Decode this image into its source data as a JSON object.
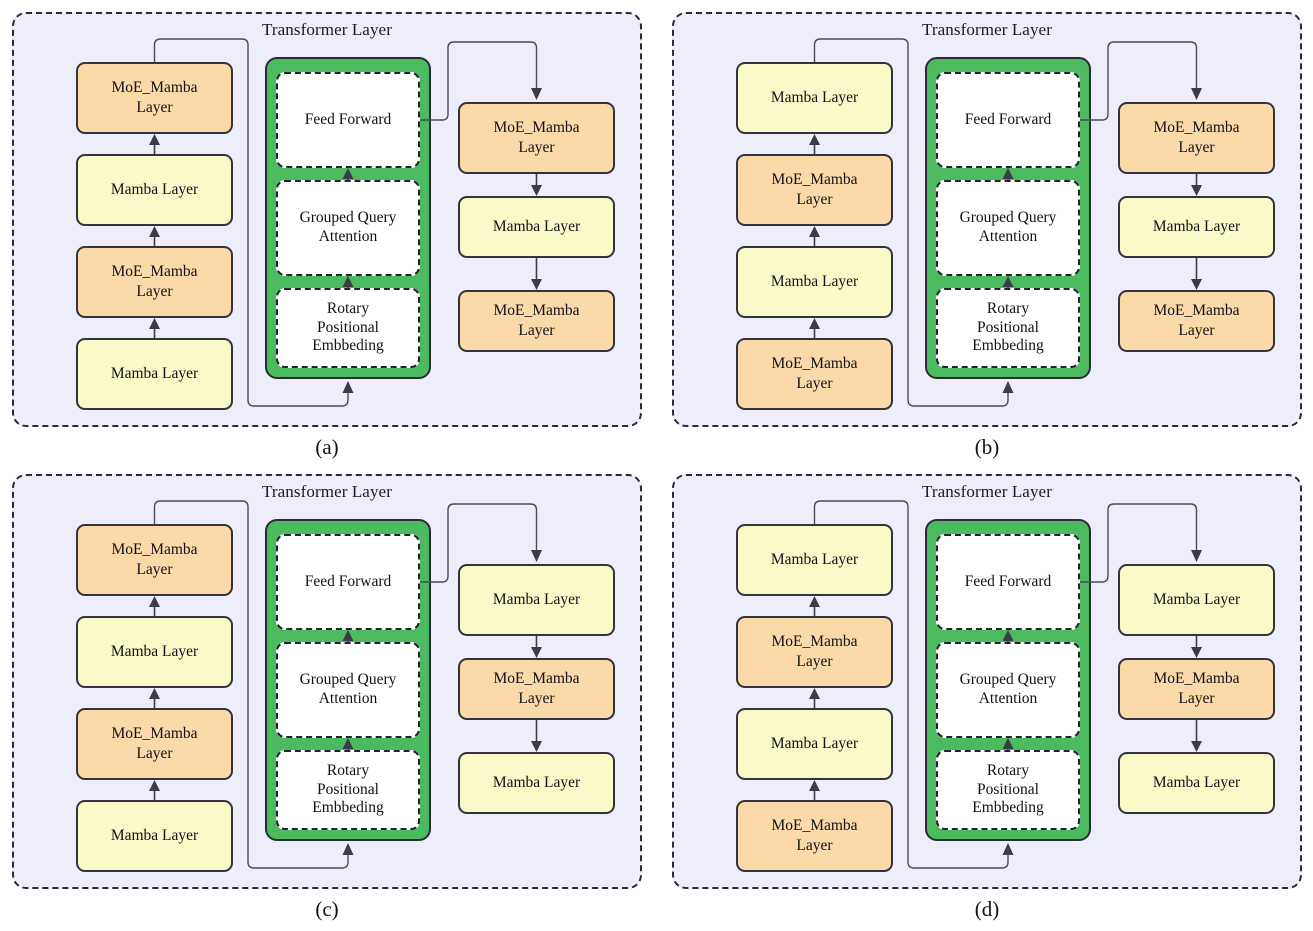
{
  "figure": {
    "title_text": "Transformer Layer",
    "labels": {
      "moe": "MoE_Mamba\nLayer",
      "moe_line1": "MoE_Mamba",
      "moe_line2": "Layer",
      "mamba": "Mamba Layer",
      "feed_forward": "Feed Forward",
      "grouped_query_attention": "Grouped Query\nAttention",
      "rotary": "Rotary\nPositional\nEmbbeding"
    },
    "colors": {
      "panel_bg": "#eeeefa",
      "panel_border": "#2b2b38",
      "moe_fill": "#fbd9a8",
      "mamba_fill": "#fafac8",
      "transformer_fill": "#4cbb5f",
      "inner_fill": "#ffffff",
      "box_border": "#33333f",
      "connector": "#4a4a5a"
    },
    "center_block": {
      "title": "Transformer Layer",
      "nodes": [
        {
          "id": "feed-forward",
          "label": "Feed Forward"
        },
        {
          "id": "grouped-query-attention",
          "label": "Grouped Query\nAttention"
        },
        {
          "id": "rotary-positional-embedding",
          "label": "Rotary\nPositional\nEmbbeding"
        }
      ]
    },
    "panels": [
      {
        "id": "a",
        "label": "(a)",
        "title": "Transformer Layer",
        "left_column_bottom_to_top": [
          {
            "type": "mamba",
            "label": "Mamba Layer"
          },
          {
            "type": "moe",
            "label": "MoE_Mamba Layer"
          },
          {
            "type": "mamba",
            "label": "Mamba Layer"
          },
          {
            "type": "moe",
            "label": "MoE_Mamba Layer"
          }
        ],
        "right_column_top_to_bottom": [
          {
            "type": "moe",
            "label": "MoE_Mamba Layer"
          },
          {
            "type": "mamba",
            "label": "Mamba Layer"
          },
          {
            "type": "moe",
            "label": "MoE_Mamba Layer"
          }
        ]
      },
      {
        "id": "b",
        "label": "(b)",
        "title": "Transformer Layer",
        "left_column_bottom_to_top": [
          {
            "type": "moe",
            "label": "MoE_Mamba Layer"
          },
          {
            "type": "mamba",
            "label": "Mamba Layer"
          },
          {
            "type": "moe",
            "label": "MoE_Mamba Layer"
          },
          {
            "type": "mamba",
            "label": "Mamba Layer"
          }
        ],
        "right_column_top_to_bottom": [
          {
            "type": "moe",
            "label": "MoE_Mamba Layer"
          },
          {
            "type": "mamba",
            "label": "Mamba Layer"
          },
          {
            "type": "moe",
            "label": "MoE_Mamba Layer"
          }
        ]
      },
      {
        "id": "c",
        "label": "(c)",
        "title": "Transformer Layer",
        "left_column_bottom_to_top": [
          {
            "type": "mamba",
            "label": "Mamba Layer"
          },
          {
            "type": "moe",
            "label": "MoE_Mamba Layer"
          },
          {
            "type": "mamba",
            "label": "Mamba Layer"
          },
          {
            "type": "moe",
            "label": "MoE_Mamba Layer"
          }
        ],
        "right_column_top_to_bottom": [
          {
            "type": "mamba",
            "label": "Mamba Layer"
          },
          {
            "type": "moe",
            "label": "MoE_Mamba Layer"
          },
          {
            "type": "mamba",
            "label": "Mamba Layer"
          }
        ]
      },
      {
        "id": "d",
        "label": "(d)",
        "title": "Transformer Layer",
        "left_column_bottom_to_top": [
          {
            "type": "moe",
            "label": "MoE_Mamba Layer"
          },
          {
            "type": "mamba",
            "label": "Mamba Layer"
          },
          {
            "type": "moe",
            "label": "MoE_Mamba Layer"
          },
          {
            "type": "mamba",
            "label": "Mamba Layer"
          }
        ],
        "right_column_top_to_bottom": [
          {
            "type": "mamba",
            "label": "Mamba Layer"
          },
          {
            "type": "moe",
            "label": "MoE_Mamba Layer"
          },
          {
            "type": "mamba",
            "label": "Mamba Layer"
          }
        ]
      }
    ]
  }
}
